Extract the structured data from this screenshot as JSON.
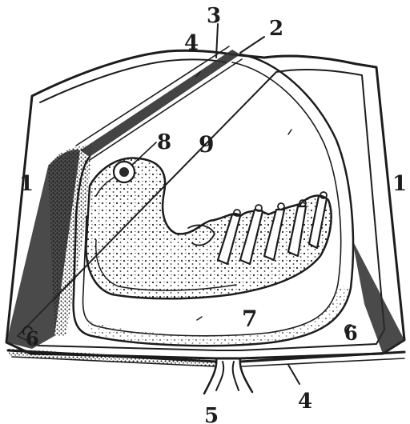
{
  "figure": {
    "labels": [
      {
        "id": "1-left",
        "text": "1"
      },
      {
        "id": "1-right",
        "text": "1"
      },
      {
        "id": "2",
        "text": "2"
      },
      {
        "id": "3",
        "text": "3"
      },
      {
        "id": "4-top",
        "text": "4"
      },
      {
        "id": "4-bottom",
        "text": "4"
      },
      {
        "id": "5",
        "text": "5"
      },
      {
        "id": "6-left",
        "text": "6"
      },
      {
        "id": "6-right",
        "text": "6"
      },
      {
        "id": "7",
        "text": "7"
      },
      {
        "id": "8",
        "text": "8"
      },
      {
        "id": "9",
        "text": "9"
      }
    ]
  }
}
